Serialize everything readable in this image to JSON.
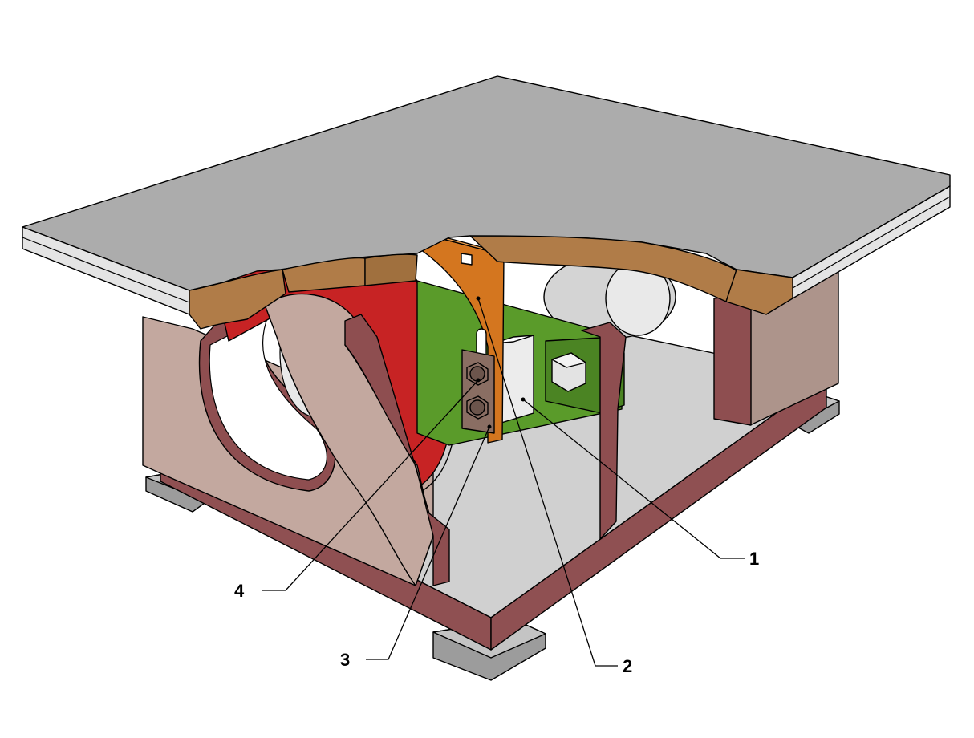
{
  "callouts": [
    {
      "id": "1",
      "label": "1"
    },
    {
      "id": "2",
      "label": "2"
    },
    {
      "id": "3",
      "label": "3"
    },
    {
      "id": "4",
      "label": "4"
    }
  ],
  "colors": {
    "table_top": "#acacac",
    "table_edge": "#e4e4e4",
    "wood_cut": "#b07c48",
    "blade": "#c72324",
    "riving_knife": "#d4761f",
    "motor_mount": "#5a9b2a",
    "frame_side": "#c3a89f",
    "frame_dark": "#8e4e50",
    "base": "#cdcdcd",
    "foot": "#a6a6a6"
  }
}
